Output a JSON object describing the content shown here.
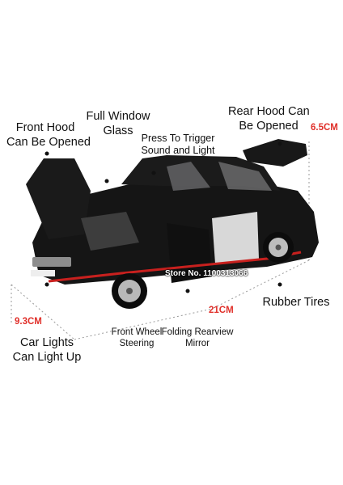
{
  "callouts": {
    "front_hood_line1": "Front Hood",
    "front_hood_line2": "Can Be Opened",
    "window_line1": "Full Window",
    "window_line2": "Glass",
    "trigger_line1": "Press To Trigger",
    "trigger_line2": "Sound and Light",
    "rear_hood_line1": "Rear Hood Can",
    "rear_hood_line2": "Be Opened",
    "rubber_tires": "Rubber Tires",
    "car_lights_line1": "Car Lights",
    "car_lights_line2": "Can Light Up",
    "front_wheel_line1": "Front Wheel",
    "front_wheel_line2": "Steering",
    "mirror_line1": "Folding Rearview",
    "mirror_line2": "Mirror"
  },
  "dimensions": {
    "height": "6.5CM",
    "width": "9.3CM",
    "length": "21CM"
  },
  "watermark": "Store No. 1100313066",
  "colors": {
    "dimension_text": "#e0302a",
    "dotted_guides": "#9a9a9a",
    "car_body": "#151515",
    "stripe": "#c8201e"
  }
}
